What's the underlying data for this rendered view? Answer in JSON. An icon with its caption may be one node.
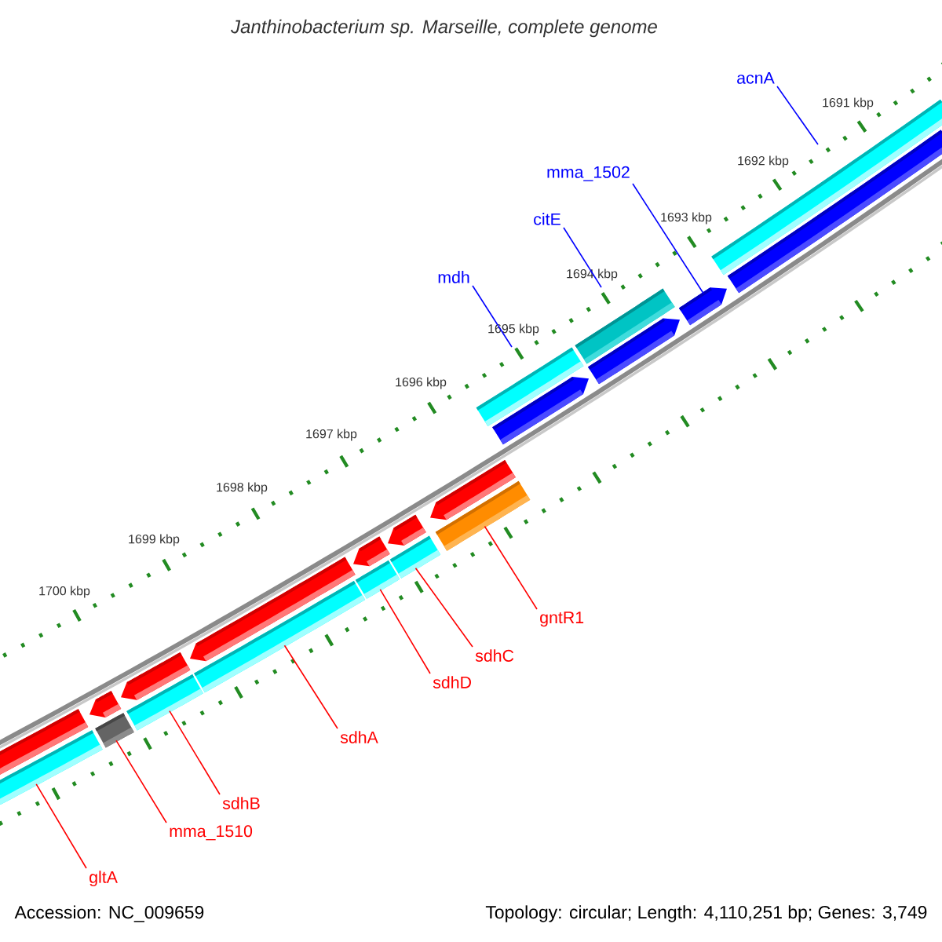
{
  "diagram": {
    "title": "Janthinobacterium sp. Marseille, complete genome",
    "nodes": [
      {
        "text": [
          "acnA"
        ]
      },
      {
        "text": [
          "mma_1502"
        ]
      },
      {
        "text": [
          "citE"
        ]
      },
      {
        "text": [
          "mdh"
        ]
      },
      {
        "text": [
          "gntR1"
        ]
      },
      {
        "text": [
          "sdhC"
        ]
      },
      {
        "text": [
          "sdhD"
        ]
      },
      {
        "text": [
          "sdhA"
        ]
      },
      {
        "text": [
          "sdhB"
        ]
      },
      {
        "text": [
          "mma_1510"
        ]
      },
      {
        "text": [
          "gltA"
        ]
      },
      {
        "text": [],
        "shape": "bar"
      },
      {
        "text": [],
        "shape": "bar"
      },
      {
        "text": [],
        "shape": "bar"
      },
      {
        "text": [],
        "shape": "bar"
      },
      {
        "text": [],
        "shape": "bar"
      },
      {
        "text": [],
        "shape": "bar"
      },
      {
        "text": [],
        "shape": "bar"
      },
      {
        "text": [],
        "shape": "bar"
      },
      {
        "text": [],
        "shape": "bar"
      },
      {
        "text": [],
        "shape": "bar"
      },
      {
        "text": [],
        "shape": "bar"
      }
    ],
    "edges": [
      {
        "from": 0,
        "to": 14,
        "arrow": "none",
        "color": "#0000ff"
      },
      {
        "from": 1,
        "to": 13,
        "arrow": "none",
        "color": "#0000ff"
      },
      {
        "from": 2,
        "to": 12,
        "arrow": "none",
        "color": "#0000ff"
      },
      {
        "from": 3,
        "to": 11,
        "arrow": "none",
        "color": "#0000ff"
      },
      {
        "from": 4,
        "to": 21,
        "arrow": "none"
      },
      {
        "from": 5,
        "to": 20,
        "arrow": "none"
      },
      {
        "from": 6,
        "to": 19,
        "arrow": "none"
      },
      {
        "from": 7,
        "to": 18,
        "arrow": "none"
      },
      {
        "from": 8,
        "to": 17,
        "arrow": "none"
      },
      {
        "from": 9,
        "to": 16,
        "arrow": "none"
      },
      {
        "from": 10,
        "to": 15,
        "arrow": "none"
      }
    ],
    "labels": [
      "1691 kbp",
      "1692 kbp",
      "1693 kbp",
      "1694 kbp",
      "1695 kbp",
      "1696 kbp",
      "1697 kbp",
      "1698 kbp",
      "1699 kbp",
      "1700 kbp",
      "Accession: NC_009659",
      "Topology: circular; Length: 4,110,251 bp; Genes: 3,749"
    ]
  }
}
